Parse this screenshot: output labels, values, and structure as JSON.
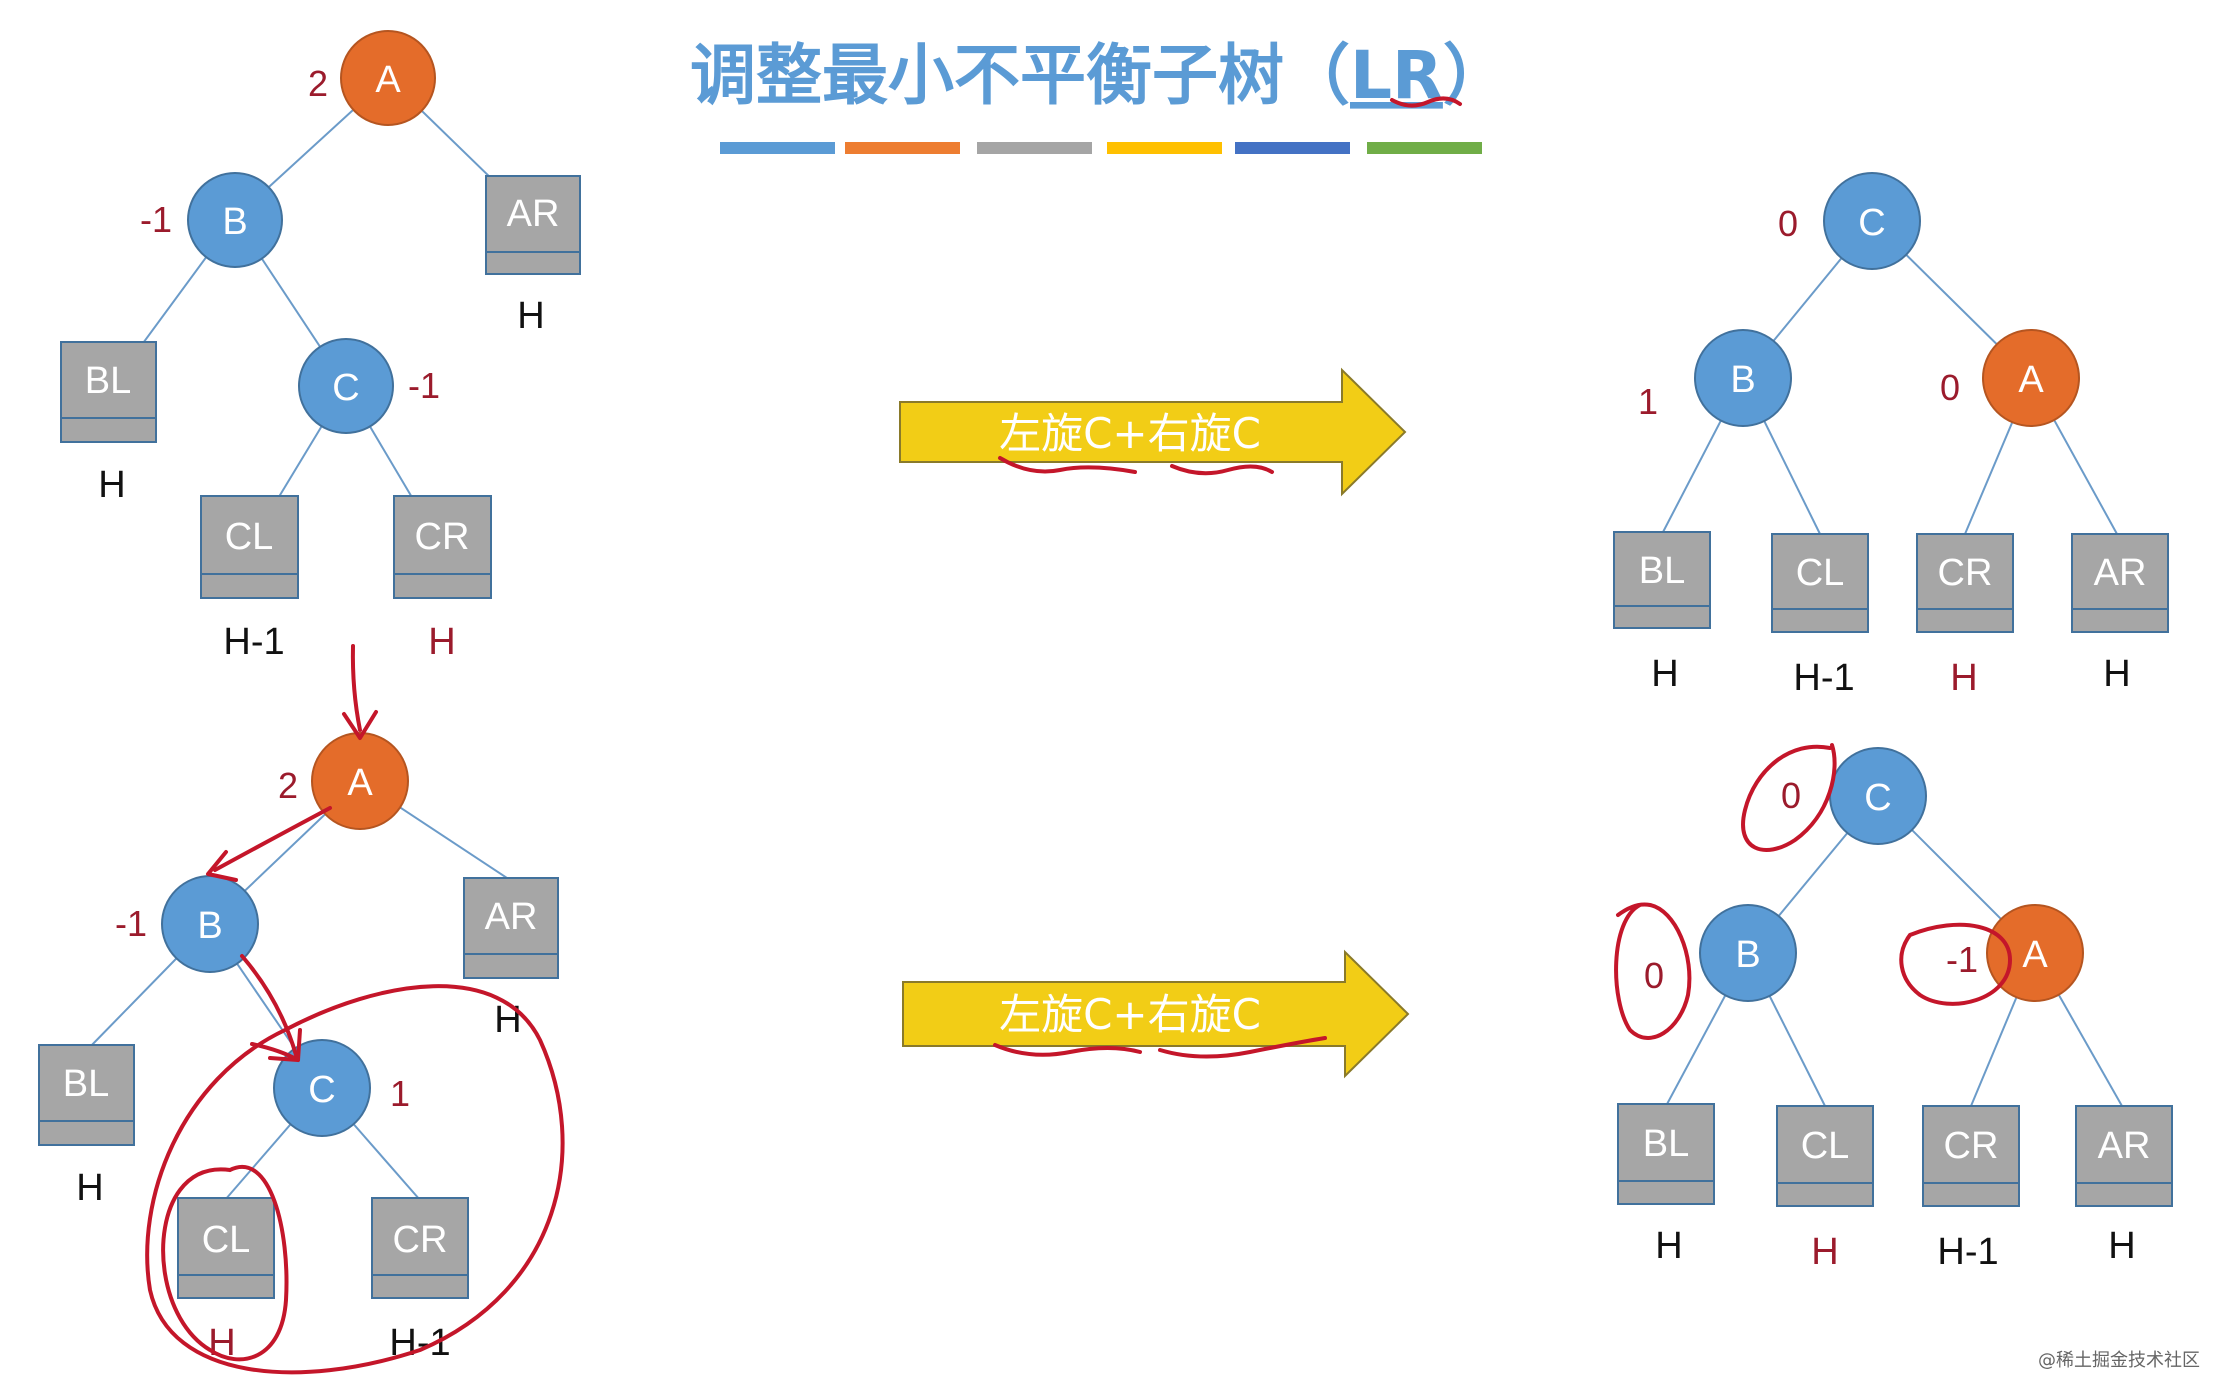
{
  "title": {
    "main": "调整最小不平衡子树（",
    "highlight": "LR",
    "close": "）"
  },
  "colors": {
    "blue_node": "#5b9bd5",
    "orange_node": "#e46c2a",
    "gray_box": "#a6a6a6",
    "yellow_arrow": "#f2cd16",
    "title_blue": "#5b9bd5",
    "ink_red": "#c4162a",
    "bf_text": "#9b1b2c",
    "stripes": [
      "#5b9bd5",
      "#ed7d31",
      "#a5a5a5",
      "#ffc000",
      "#4472c4",
      "#70ad47"
    ]
  },
  "arrows": [
    {
      "text": "左旋C+右旋C"
    },
    {
      "text": "左旋C+右旋C"
    }
  ],
  "diagrams": {
    "before_top": {
      "nodes": [
        {
          "label": "A",
          "bf": "2",
          "color": "orange"
        },
        {
          "label": "B",
          "bf": "-1",
          "color": "blue"
        },
        {
          "label": "C",
          "bf": "-1",
          "color": "blue"
        }
      ],
      "subtrees": [
        {
          "label": "AR",
          "height": "H",
          "height_color": "black"
        },
        {
          "label": "BL",
          "height": "H",
          "height_color": "black"
        },
        {
          "label": "CL",
          "height": "H-1",
          "height_color": "black"
        },
        {
          "label": "CR",
          "height": "H",
          "height_color": "red"
        }
      ]
    },
    "after_top": {
      "nodes": [
        {
          "label": "C",
          "bf": "0",
          "color": "blue"
        },
        {
          "label": "B",
          "bf": "1",
          "color": "blue"
        },
        {
          "label": "A",
          "bf": "0",
          "color": "orange"
        }
      ],
      "subtrees": [
        {
          "label": "BL",
          "height": "H",
          "height_color": "black"
        },
        {
          "label": "CL",
          "height": "H-1",
          "height_color": "black"
        },
        {
          "label": "CR",
          "height": "H",
          "height_color": "red"
        },
        {
          "label": "AR",
          "height": "H",
          "height_color": "black"
        }
      ]
    },
    "before_bottom": {
      "nodes": [
        {
          "label": "A",
          "bf": "2",
          "color": "orange"
        },
        {
          "label": "B",
          "bf": "-1",
          "color": "blue"
        },
        {
          "label": "C",
          "bf": "1",
          "color": "blue"
        }
      ],
      "subtrees": [
        {
          "label": "AR",
          "height": "H",
          "height_color": "black"
        },
        {
          "label": "BL",
          "height": "H",
          "height_color": "black"
        },
        {
          "label": "CL",
          "height": "H",
          "height_color": "red"
        },
        {
          "label": "CR",
          "height": "H-1",
          "height_color": "black"
        }
      ]
    },
    "after_bottom": {
      "nodes": [
        {
          "label": "C",
          "bf": "0",
          "color": "blue"
        },
        {
          "label": "B",
          "bf": "0",
          "color": "blue"
        },
        {
          "label": "A",
          "bf": "-1",
          "color": "orange"
        }
      ],
      "subtrees": [
        {
          "label": "BL",
          "height": "H",
          "height_color": "black"
        },
        {
          "label": "CL",
          "height": "H",
          "height_color": "red"
        },
        {
          "label": "CR",
          "height": "H-1",
          "height_color": "black"
        },
        {
          "label": "AR",
          "height": "H",
          "height_color": "black"
        }
      ]
    }
  },
  "watermark": "@稀土掘金技术社区"
}
